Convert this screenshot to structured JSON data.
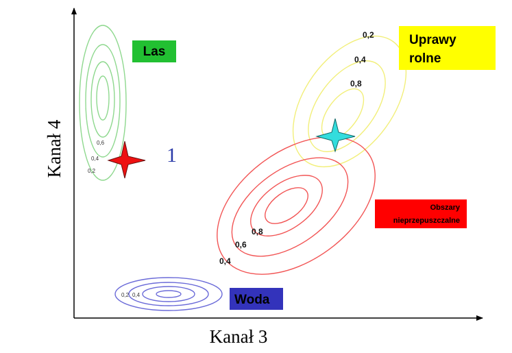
{
  "axes": {
    "x_label": "Kanał 3",
    "y_label": "Kanał 4"
  },
  "classes": {
    "forest": {
      "label": "Las",
      "box_color": "#22c032",
      "contour_color": "#8ed88e"
    },
    "crops": {
      "label_line1": "Uprawy",
      "label_line2": "rolne",
      "box_color": "#ffff00",
      "contour_color": "#f2ef7a"
    },
    "impervious": {
      "label_line1": "Obszary",
      "label_line2": "nieprzepuszczalne",
      "box_color": "#ff0000",
      "contour_color": "#f25555"
    },
    "water": {
      "label": "Woda",
      "box_color": "#3333bb",
      "contour_color": "#6a6ad8"
    }
  },
  "contour_labels": {
    "forest": [
      "0,6",
      "0,4",
      "0,2"
    ],
    "crops": [
      "0,2",
      "0,4",
      "0,8"
    ],
    "impervious": [
      "0,8",
      "0,6",
      "0,4"
    ],
    "water": [
      "0,2",
      "0,4"
    ]
  },
  "pixel": {
    "number": "1",
    "number_color": "#2a3aa8",
    "marker_color": "#ee1111"
  },
  "crop_marker_color": "#33dddd"
}
